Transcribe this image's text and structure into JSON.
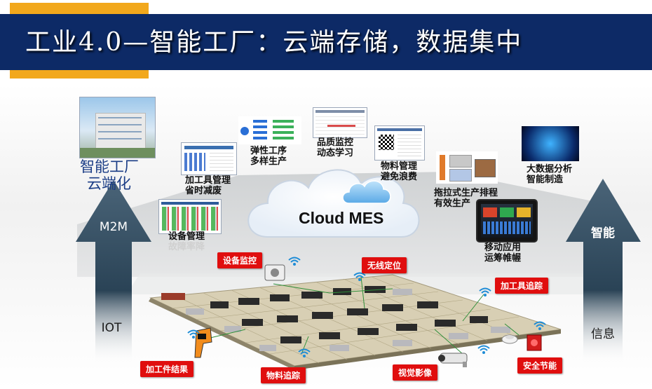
{
  "header": {
    "title": "工业4.0—智能工厂：云端存储，数据集中"
  },
  "left_arrow": {
    "caption": "智能工厂\n云端化",
    "mid_label": "M2M",
    "bottom_label": "IOT"
  },
  "right_arrow": {
    "mid_label": "智能",
    "bottom_label": "信息"
  },
  "cloud_label": "Cloud MES",
  "modules": {
    "tooling": "加工具管理\n省时减废",
    "flex": "弹性工序\n多样生产",
    "quality": "品质监控\n动态学习",
    "material": "物料管理\n避免浪费",
    "bigdata": "大数据分析\n智能制造",
    "pull": "拖拉式生产排程\n有效生产",
    "equipment": "设备管理\n故障率降",
    "mobile": "移动应用\n运筹帷幄"
  },
  "tags": {
    "equip_monitor": "设备监控",
    "wireless": "无线定位",
    "tool_track": "加工具追踪",
    "workpiece": "加工件结果",
    "material_track": "物料追踪",
    "vision": "视觉影像",
    "safety": "安全节能"
  },
  "colors": {
    "header_band": "#0d2a66",
    "header_accent": "#f2a81c",
    "tag_red": "#e00e0e",
    "arrow_dark": "#2d4a5e",
    "text_blue": "#1b3d86"
  },
  "icons": [
    "wifi-icon",
    "building-photo",
    "cloud-icon",
    "tablet-icon",
    "camera-icon",
    "thermometer-gun-icon",
    "smoke-detector-icon",
    "alarm-icon",
    "brain-network-image",
    "factory-floor-image"
  ]
}
